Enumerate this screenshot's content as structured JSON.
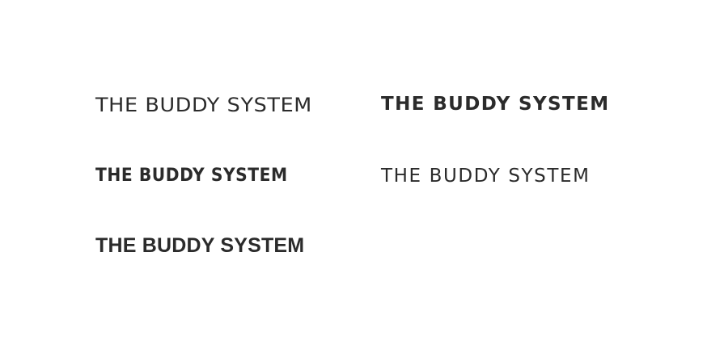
{
  "samples": [
    {
      "text": "THE BUDDY SYSTEM"
    },
    {
      "text": "THE BUDDY SYSTEM"
    },
    {
      "text": "THE BUDDY SYSTEM"
    },
    {
      "text": "THE BUDDY SYSTEM"
    },
    {
      "text": "THE BUDDY SYSTEM"
    }
  ],
  "colors": {
    "background": "#ffffff",
    "text": "#2b2b2b"
  }
}
